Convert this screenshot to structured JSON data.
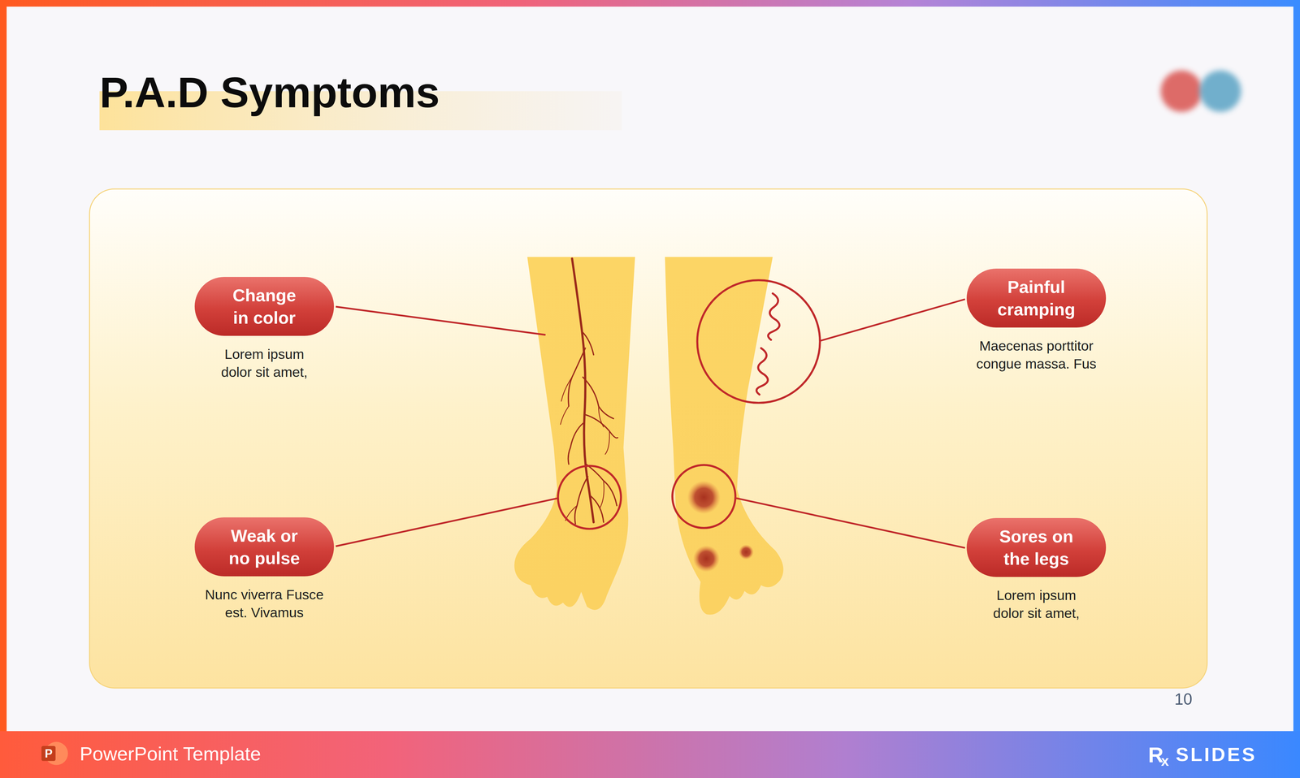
{
  "diagram": {
    "title": "P.A.D Symptoms",
    "nodes": [
      {
        "text": [
          "Change in color",
          "Lorem ipsum dolor sit amet,"
        ]
      },
      {
        "text": [
          "Painful cramping",
          "Maecenas porttitor congue massa. Fus"
        ]
      },
      {
        "text": [
          "Weak or no pulse",
          "Nunc viverra Fusce est. Vivamus"
        ]
      },
      {
        "text": [
          "Sores on the legs",
          "Lorem ipsum dolor sit amet,"
        ]
      }
    ],
    "labels": [
      "10",
      "P",
      "PowerPoint Template",
      "R",
      "x",
      "SLIDES"
    ]
  }
}
